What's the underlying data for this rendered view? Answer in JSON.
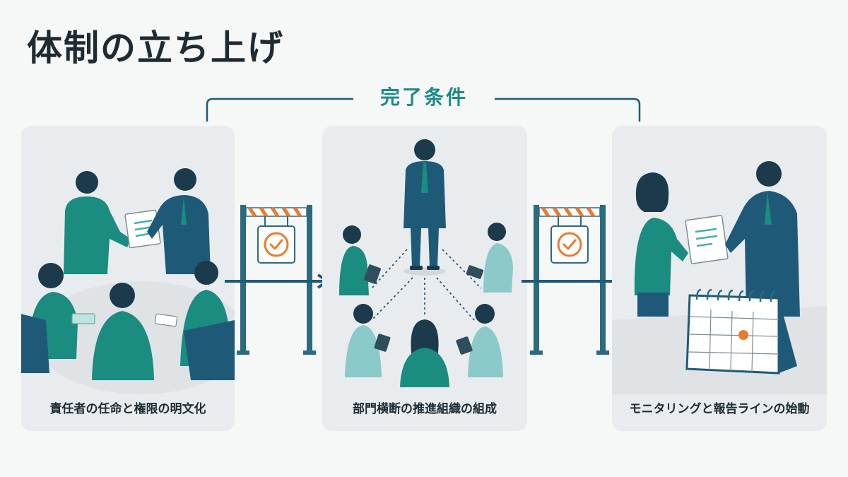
{
  "page": {
    "title": "体制の立ち上げ"
  },
  "criteria": {
    "label": "完了条件"
  },
  "steps": [
    {
      "label": "責任者の任命と権限の明文化"
    },
    {
      "label": "部門横断の推進組織の組成"
    },
    {
      "label": "モニタリングと報告ラインの始動"
    }
  ],
  "colors": {
    "teal": "#1a8c80",
    "navy": "#1e5a78",
    "accent_orange": "#e87b2e",
    "card_bg": "#e9ecef"
  },
  "icons": [
    "checkmark-circle-icon",
    "gate-icon",
    "arrow-right-icon",
    "calendar-icon",
    "document-icon",
    "tablet-icon"
  ]
}
